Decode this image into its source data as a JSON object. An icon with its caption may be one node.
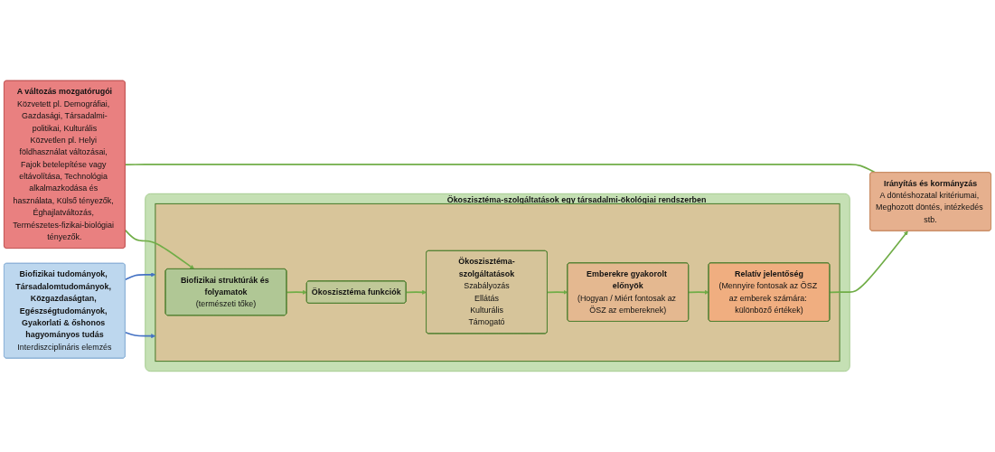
{
  "diagram": {
    "nodes": [
      {
        "text": [
          "A változás mozgatórugói",
          "Közvetett pl. Demográfiai, Gazdasági, Társadalmi-politikai, Kulturális",
          "Közvetlen pl. Helyi földhasználat változásai, Fajok betelepítése vagy eltávolítása, Technológia alkalmazkodása és használata, Külső tényezők, Éghajlatváltozás, Természetes-fizikai-biológiai tényezők."
        ]
      },
      {
        "text": [
          "Irányítás és kormányzás",
          "A döntéshozatal kritériumai, Meghozott döntés, intézkedés stb."
        ]
      },
      {
        "text": [
          "Ökoszisztéma-szolgáltatások egy társadalmi-ökológiai rendszerben"
        ]
      },
      {
        "text": [],
        "shape": "box",
        "in": 2
      },
      {
        "text": [
          "Biofizikai struktúrák és folyamatok",
          "(természeti tőke)"
        ],
        "in": 3
      },
      {
        "text": [
          "Ökoszisztéma funkciók"
        ],
        "in": 3
      },
      {
        "text": [
          "Ökoszisztéma-szolgáltatások",
          "Szabályozás",
          "Ellátás",
          "Kulturális",
          "Támogató"
        ],
        "in": 3
      },
      {
        "text": [
          "Emberekre gyakorolt előnyök",
          "(Hogyan / Miért fontosak az ÖSZ az embereknek)"
        ],
        "in": 3
      },
      {
        "text": [
          "Relatív jelentőség",
          "(Mennyire fontosak az ÖSZ az emberek számára: különböző értékek)"
        ],
        "in": 3
      },
      {
        "text": [
          "Biofizikai tudományok, Társadalomtudományok, Közgazdaságtan, Egészségtudományok, Gyakorlati & őshonos hagyományos tudás",
          "Interdiszciplináris elemzés"
        ]
      }
    ],
    "edges": [
      {
        "from": 0,
        "to": 1,
        "arrow": "none"
      },
      {
        "from": 0,
        "to": 4,
        "arrow": "to"
      },
      {
        "from": 4,
        "to": 5,
        "arrow": "to"
      },
      {
        "from": 5,
        "to": 6,
        "arrow": "to"
      },
      {
        "from": 6,
        "to": 7,
        "arrow": "to"
      },
      {
        "from": 7,
        "to": 8,
        "arrow": "to"
      },
      {
        "from": 8,
        "to": 1,
        "arrow": "to"
      },
      {
        "from": 9,
        "to": 3,
        "arrow": "to",
        "color": "#4472c4"
      },
      {
        "from": 9,
        "to": 3,
        "arrow": "to",
        "color": "#4472c4"
      }
    ]
  }
}
